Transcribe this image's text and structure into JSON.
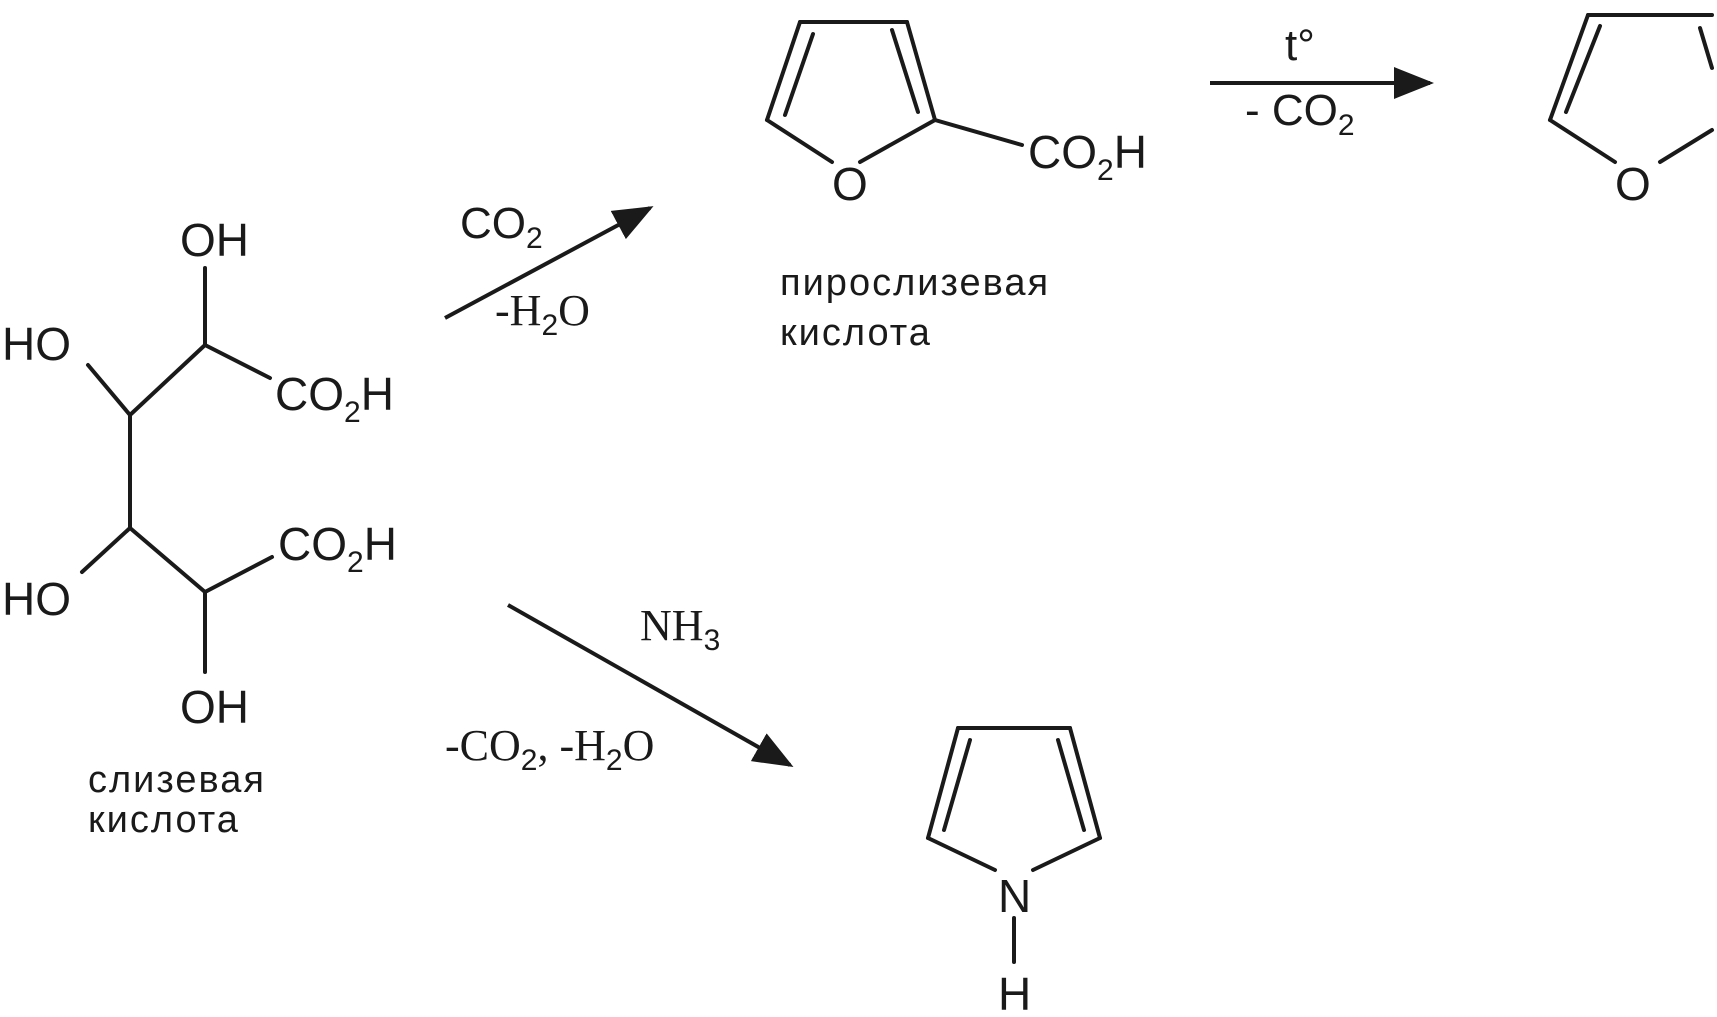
{
  "mucic_acid": {
    "oh_top": "OH",
    "ho_left_upper": "HO",
    "co2h_upper": "CO",
    "co2h_upper_sub": "2",
    "co2h_upper_h": "H",
    "co2h_lower": "CO",
    "co2h_lower_sub": "2",
    "co2h_lower_h": "H",
    "ho_left_lower": "HO",
    "oh_bottom": "OH",
    "name_line1": "слизевая",
    "name_line2": "кислота"
  },
  "reaction_upper": {
    "above": "CO",
    "above_sub": "2",
    "below": "-H",
    "below_sub": "2",
    "below_tail": "O"
  },
  "pyromucic_acid": {
    "ring_o": "O",
    "co2h": "CO",
    "co2h_sub": "2",
    "co2h_h": "H",
    "name_line1": "пирослизевая",
    "name_line2": "кислота"
  },
  "reaction_right": {
    "above": "t°",
    "below": "- CO",
    "below_sub": "2"
  },
  "furan": {
    "ring_o": "O"
  },
  "reaction_lower": {
    "above": "NH",
    "above_sub": "3",
    "below_part1": "-CO",
    "below_sub1": "2",
    "below_part2": ", -H",
    "below_sub2": "2",
    "below_tail": "O"
  },
  "pyrrole": {
    "ring_n": "N",
    "n_h": "H"
  },
  "colors": {
    "ink": "#1a1a1a",
    "background": "#ffffff"
  }
}
